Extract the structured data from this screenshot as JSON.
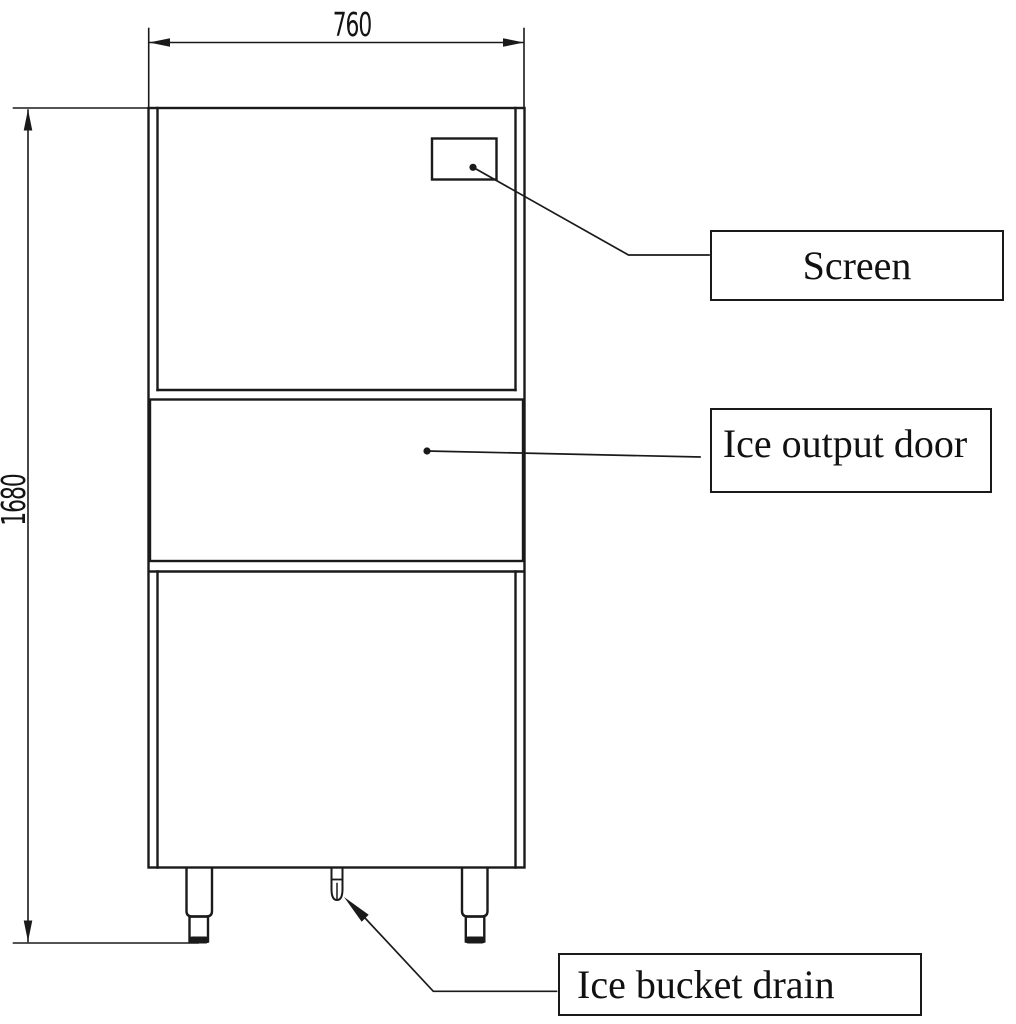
{
  "drawing": {
    "dimensions": {
      "width": "760",
      "height": "1680"
    },
    "callouts": {
      "screen": "Screen",
      "ice_output_door": "Ice output door",
      "ice_bucket_drain": "Ice bucket drain"
    },
    "colors": {
      "line": "#1a1a1a",
      "background": "#ffffff"
    }
  }
}
